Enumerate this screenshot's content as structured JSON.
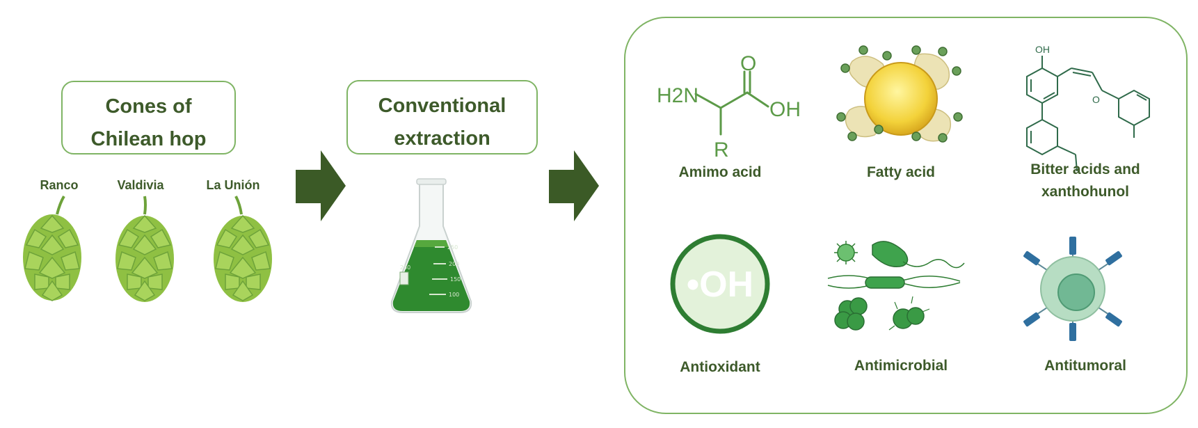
{
  "source": {
    "title_line1": "Cones of",
    "title_line2": "Chilean hop",
    "varieties": [
      "Ranco",
      "Valdivia",
      "La Unión"
    ]
  },
  "process": {
    "title_line1": "Conventional",
    "title_line2": "extraction"
  },
  "flask": {
    "marks": [
      "250",
      "200",
      "150",
      "100"
    ],
    "side_mark": "250"
  },
  "compounds": [
    {
      "label": "Amimo acid",
      "icon": "amino-acid-structure-icon"
    },
    {
      "label": "Fatty acid",
      "icon": "fatty-acid-micelle-icon"
    },
    {
      "label_line1": "Bitter acids and",
      "label_line2": "xanthohunol",
      "icon": "xanthohumol-structure-icon"
    }
  ],
  "activities": [
    {
      "label": "Antioxidant",
      "icon": "hydroxyl-radical-icon",
      "glyph": "•OH"
    },
    {
      "label": "Antimicrobial",
      "icon": "microbes-icon"
    },
    {
      "label": "Antitumoral",
      "icon": "tumor-cell-icon"
    }
  ],
  "chem": {
    "amino_nh2": "H2N",
    "amino_o": "O",
    "amino_oh": "OH",
    "amino_r": "R",
    "xanth_oh": "OH",
    "xanth_o": "O"
  },
  "colors": {
    "dark_green": "#3d5a2a",
    "arrow_green": "#3b5a26",
    "border_green": "#7fb464",
    "structure_green": "#5c9a48",
    "xanthohumol_green": "#2f6a4a",
    "hop_green": "#8fc043",
    "receptor_blue": "#2f6f9f"
  }
}
